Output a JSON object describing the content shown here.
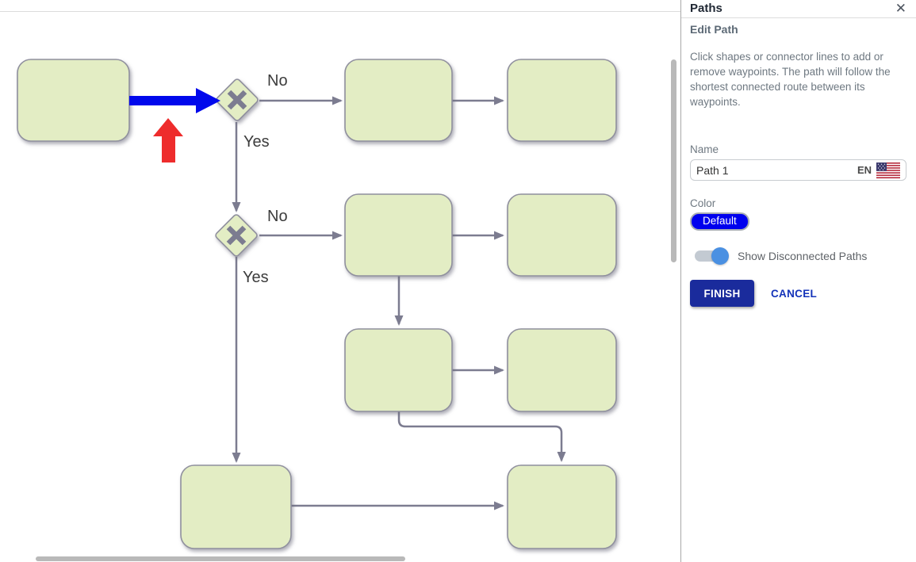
{
  "panel": {
    "title": "Paths",
    "close_icon": "✕",
    "section_title": "Edit Path",
    "description": "Click shapes or connector lines to add or remove waypoints. The path will follow the shortest connected route between its waypoints.",
    "name_label": "Name",
    "name_value": "Path 1",
    "language_code": "EN",
    "language_flag": "us-flag",
    "color_label": "Color",
    "color_value": "Default",
    "toggle_label": "Show Disconnected Paths",
    "toggle_state": "on",
    "finish_label": "FINISH",
    "cancel_label": "CANCEL"
  },
  "diagram": {
    "labels": {
      "gateway1_no": "No",
      "gateway1_yes": "Yes",
      "gateway2_no": "No",
      "gateway2_yes": "Yes"
    },
    "colors": {
      "shape_fill": "#e3edc4",
      "shape_border": "#90909e",
      "connector": "#7c7c90",
      "highlight_path_blue": "#0008ec",
      "attention_arrow_red": "#ee2c2c",
      "finish_button": "#1a2b9c",
      "default_pill": "#0000ee",
      "toggle_knob": "#4a90e2"
    }
  }
}
